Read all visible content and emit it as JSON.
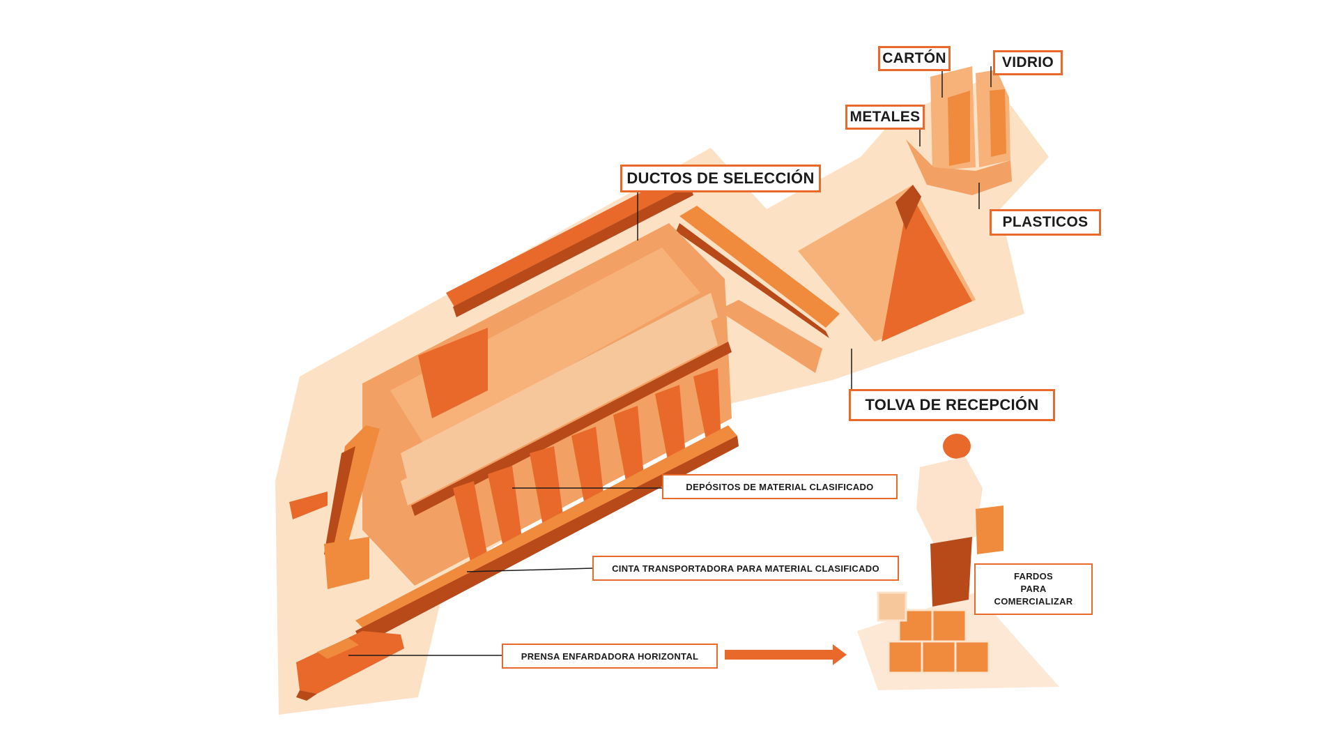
{
  "labels": {
    "carton": "CARTÓN",
    "vidrio": "VIDRIO",
    "metales": "METALES",
    "plasticos": "PLASTICOS",
    "ductos": "DUCTOS DE SELECCIÓN",
    "tolva": "TOLVA DE RECEPCIÓN",
    "depositos": "DEPÓSITOS DE MATERIAL CLASIFICADO",
    "cinta": "CINTA TRANSPORTADORA PARA MATERIAL CLASIFICADO",
    "prensa": "PRENSA ENFARDADORA HORIZONTAL",
    "fardos": [
      "FARDOS",
      "PARA",
      "COMERCIALIZAR"
    ]
  },
  "colors": {
    "accent": "#e8692a",
    "dark": "#b84a1a",
    "mid": "#f08a3c",
    "light": "#f7b27a",
    "pale": "#fde3cc",
    "bg_shape": "#fdd9b8",
    "text": "#1b1b1b"
  }
}
